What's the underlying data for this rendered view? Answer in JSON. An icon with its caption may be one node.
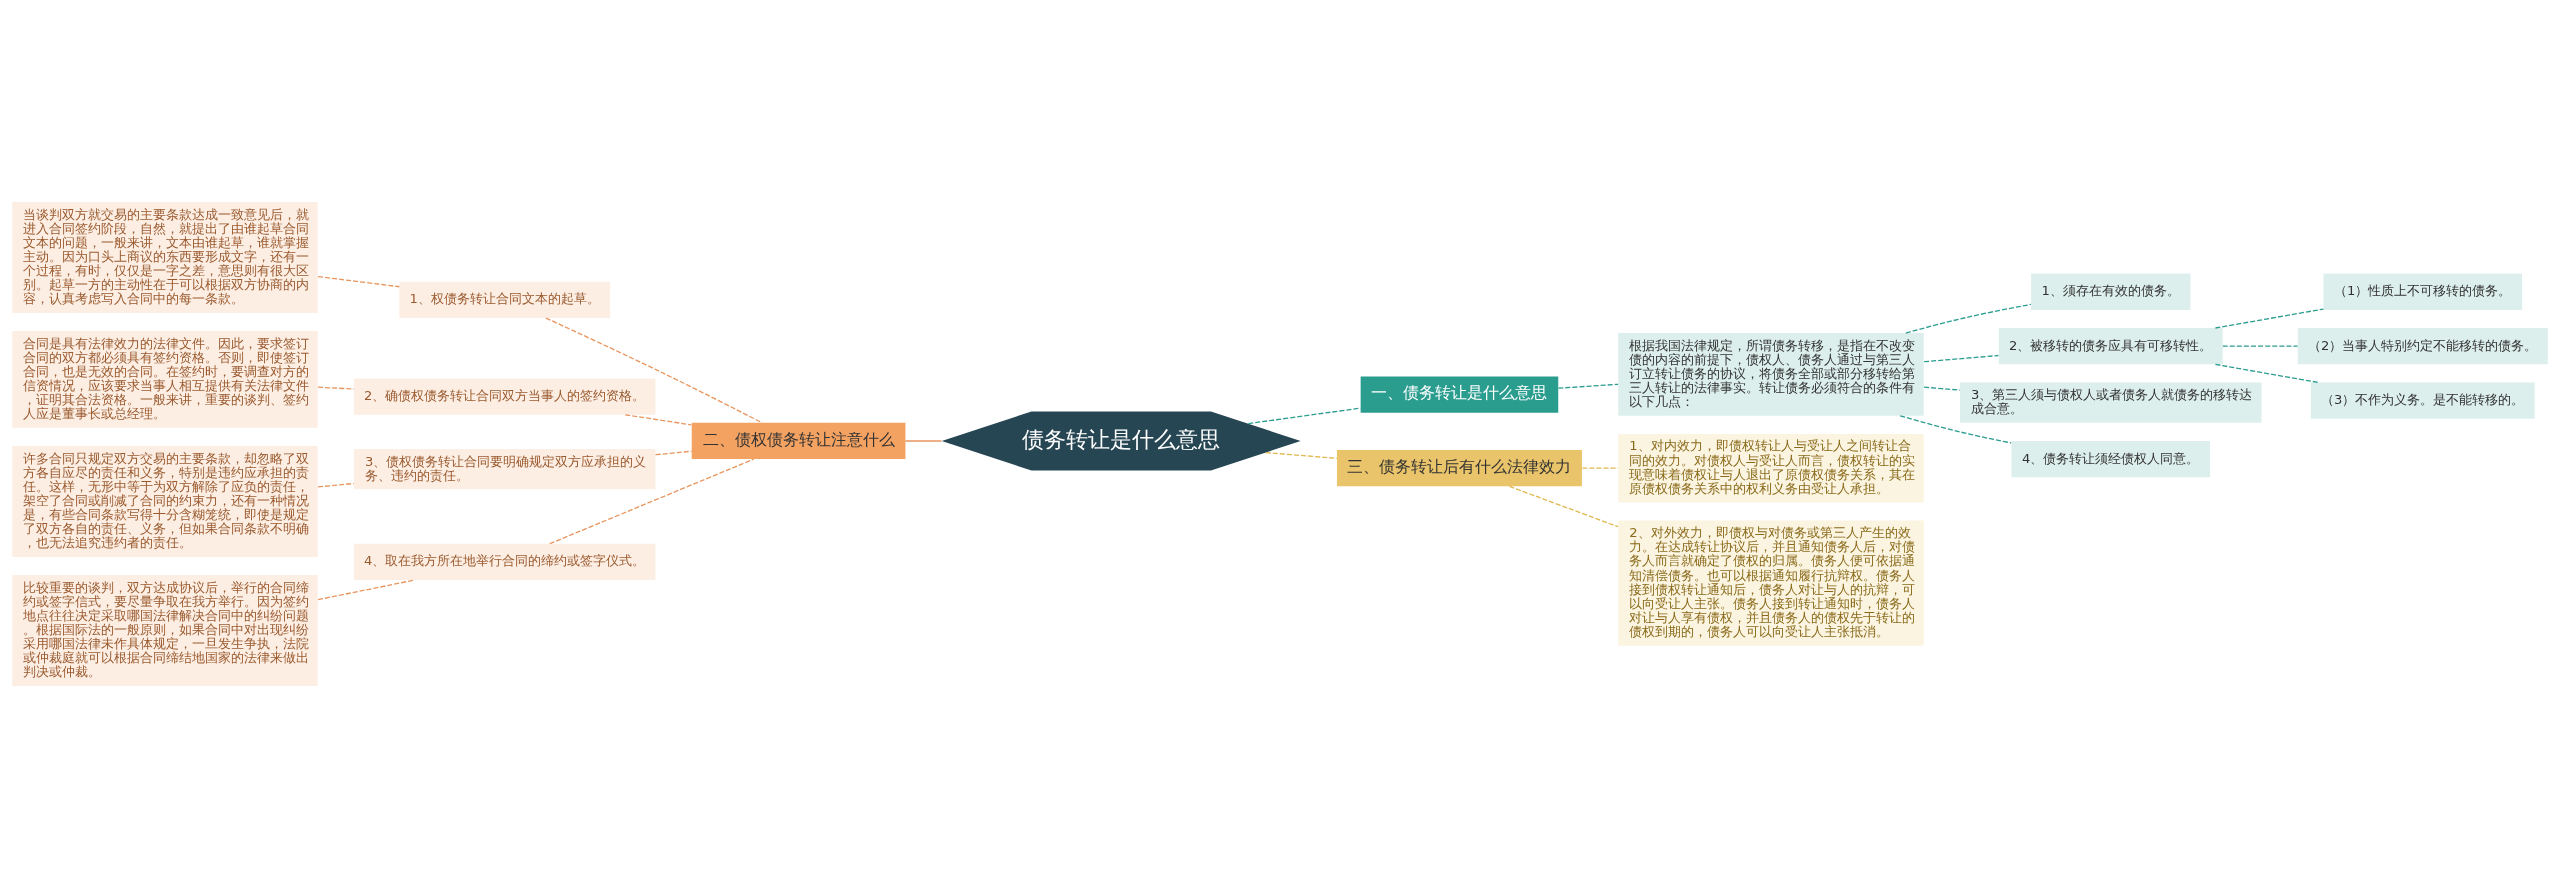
{
  "diagram": {
    "nodes": [
      {
        "text": [
          "债务转让是什么意思"
        ]
      },
      {
        "text": [
          "一、债务转让是什么意思"
        ]
      },
      {
        "text": [
          "根据我国法律规定，所谓债务转移，是指在不改变债的内容的前提下，债权人、债务人通过与第三人订立转让债务的协议，将债务全部或部分移转给第三人转让的法律事实。转让债务必须符合的条件有以下几点："
        ]
      },
      {
        "text": [
          "1、须存在有效的债务。"
        ]
      },
      {
        "text": [
          "2、被移转的债务应具有可移转性。"
        ]
      },
      {
        "text": [
          "（1）性质上不可移转的债务。"
        ]
      },
      {
        "text": [
          "（2）当事人特别约定不能移转的债务。"
        ]
      },
      {
        "text": [
          "（3）不作为义务。是不能转移的。"
        ]
      },
      {
        "text": [
          "3、第三人须与债权人或者债务人就债务的移转达成合意。"
        ]
      },
      {
        "text": [
          "4、债务转让须经债权人同意。"
        ]
      },
      {
        "text": [
          "二、债权债务转让注意什么"
        ]
      },
      {
        "text": [
          "1、权债务转让合同文本的起草。"
        ]
      },
      {
        "text": [
          "当谈判双方就交易的主要条款达成一致意见后，就进入合同签约阶段，自然，就提出了由谁起草合同文本的问题，一般来讲，文本由谁起草，谁就掌握主动。因为口头上商议的东西要形成文字，还有一个过程，有时，仅仅是一字之差，意思则有很大区别。起草一方的主动性在于可以根据双方协商的内容，认真考虑写入合同中的每一条款。"
        ]
      },
      {
        "text": [
          "2、确债权债务转让合同双方当事人的签约资格。"
        ]
      },
      {
        "text": [
          "合同是具有法律效力的法律文件。因此，要求签订合同的双方都必须具有签约资格。否则，即使签订合同，也是无效的合同。在签约时，要调查对方的信资情况，应该要求当事人相互提供有关法律文件，证明其合法资格。一般来讲，重要的谈判、签约人应是董事长或总经理。"
        ]
      },
      {
        "text": [
          "3、债权债务转让合同要明确规定双方应承担的义务、违约的责任。"
        ]
      },
      {
        "text": [
          "许多合同只规定双方交易的主要条款，却忽略了双方各自应尽的责任和义务，特别是违约应承担的责任。这样，无形中等于为双方解除了应负的责任，架空了合同或削减了合同的约束力，还有一种情况是，有些合同条款写得十分含糊笼统，即使是规定了双方各自的责任、义务，但如果合同条款不明确，也无法追究违约者的责任。"
        ]
      },
      {
        "text": [
          "4、取在我方所在地举行合同的缔约或签字仪式。"
        ]
      },
      {
        "text": [
          "比较重要的谈判，双方达成协议后，举行的合同缔约或签字信式，要尽量争取在我方举行。因为签约地点往往决定采取哪国法律解决合同中的纠纷问题。根据国际法的一般原则，如果合同中对出现纠纷采用哪国法律未作具体规定，一旦发生争执，法院或仲裁庭就可以根据合同缔结地国家的法律来做出判决或仲裁。"
        ]
      },
      {
        "text": [
          "三、债务转让后有什么法律效力"
        ]
      },
      {
        "text": [
          "1、对内效力，即债权转让人与受让人之间转让合同的效力。对债权人与受让人而言，债权转让的实现意味着债权让与人退出了原债权债务关系，其在原债权债务关系中的权利义务由受让人承担。"
        ]
      },
      {
        "text": [
          "2、对外效力，即债权与对债务或第三人产生的效力。在达成转让协议后，并且通知债务人后，对债务人而言就确定了债权的归属。债务人便可依据通知清偿债务。也可以根据通知履行抗辩权。债务人接到债权转让通知后，债务人对让与人的抗辩，可以向受让人主张。债务人接到转让通知时，债务人对让与人享有债权，并且债务人的债权先于转让的债权到期的，债务人可以向受让人主张抵消。"
        ]
      }
    ],
    "edges": [
      {
        "from": 0,
        "to": 1,
        "arrow": "none",
        "style": "dashed",
        "color": "#2a9d8f"
      },
      {
        "from": 1,
        "to": 2,
        "arrow": "none",
        "style": "dashed",
        "color": "#2a9d8f"
      },
      {
        "from": 2,
        "to": 3,
        "arrow": "none",
        "style": "dashed",
        "color": "#2a9d8f"
      },
      {
        "from": 2,
        "to": 4,
        "arrow": "none",
        "style": "dashed",
        "color": "#2a9d8f"
      },
      {
        "from": 4,
        "to": 5,
        "arrow": "none",
        "style": "dashed",
        "color": "#2a9d8f"
      },
      {
        "from": 4,
        "to": 6,
        "arrow": "none",
        "style": "dashed",
        "color": "#2a9d8f"
      },
      {
        "from": 4,
        "to": 7,
        "arrow": "none",
        "style": "dashed",
        "color": "#2a9d8f"
      },
      {
        "from": 2,
        "to": 8,
        "arrow": "none",
        "style": "dashed",
        "color": "#2a9d8f"
      },
      {
        "from": 2,
        "to": 9,
        "arrow": "none",
        "style": "dashed",
        "color": "#2a9d8f"
      },
      {
        "from": 0,
        "to": 10,
        "arrow": "none",
        "color": "#e8955e"
      },
      {
        "from": 10,
        "to": 11,
        "arrow": "none",
        "style": "dashed",
        "color": "#e8955e"
      },
      {
        "from": 11,
        "to": 12,
        "arrow": "none",
        "style": "dashed",
        "color": "#e8955e"
      },
      {
        "from": 10,
        "to": 13,
        "arrow": "none",
        "style": "dashed",
        "color": "#e8955e"
      },
      {
        "from": 13,
        "to": 14,
        "arrow": "none",
        "style": "dashed",
        "color": "#e8955e"
      },
      {
        "from": 10,
        "to": 15,
        "arrow": "none",
        "style": "dashed",
        "color": "#e8955e"
      },
      {
        "from": 15,
        "to": 16,
        "arrow": "none",
        "style": "dashed",
        "color": "#e8955e"
      },
      {
        "from": 10,
        "to": 17,
        "arrow": "none",
        "style": "dashed",
        "color": "#e8955e"
      },
      {
        "from": 17,
        "to": 18,
        "arrow": "none",
        "style": "dashed",
        "color": "#e8955e"
      },
      {
        "from": 0,
        "to": 19,
        "arrow": "none",
        "style": "dashed",
        "color": "#e0b84f"
      },
      {
        "from": 19,
        "to": 20,
        "arrow": "none",
        "style": "dashed",
        "color": "#e0b84f"
      },
      {
        "from": 19,
        "to": 21,
        "arrow": "none",
        "style": "dashed",
        "color": "#e0b84f"
      }
    ]
  }
}
